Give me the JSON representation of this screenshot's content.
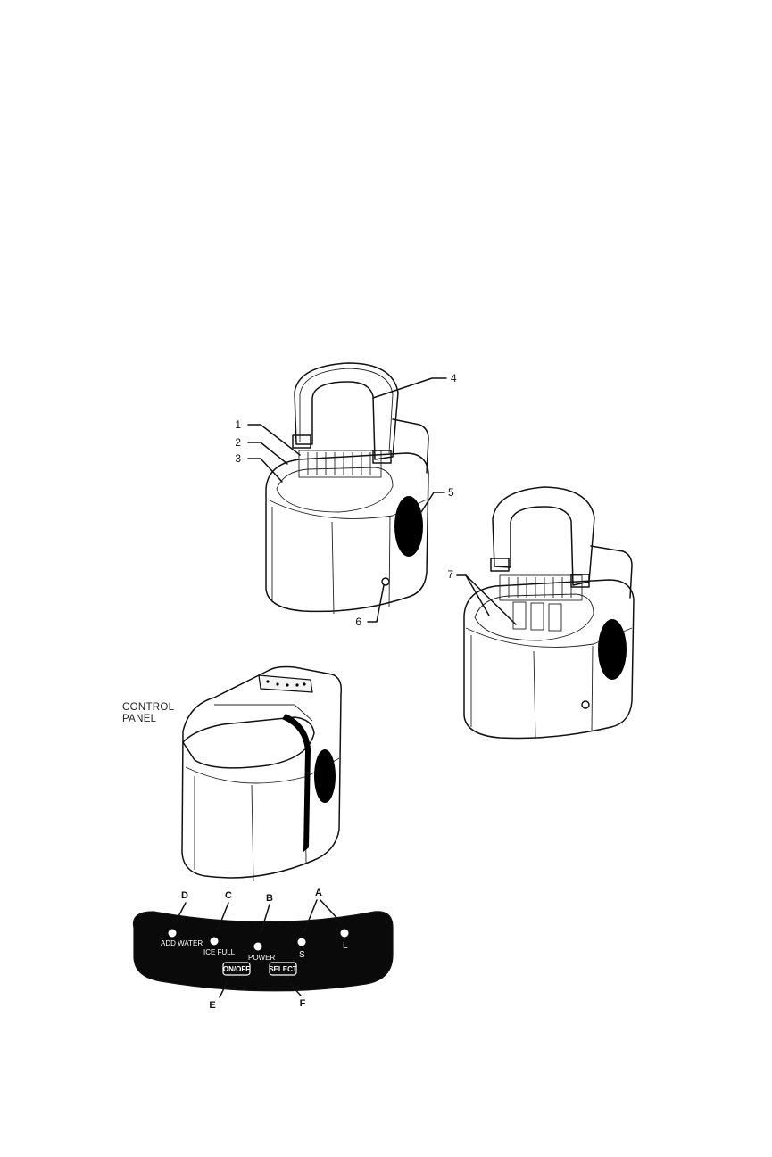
{
  "callouts": {
    "c1": "1",
    "c2": "2",
    "c3": "3",
    "c4": "4",
    "c5": "5",
    "c6": "6",
    "c7": "7"
  },
  "control_panel": {
    "label_line1": "CONTROL",
    "label_line2": "PANEL"
  },
  "panel": {
    "letters": {
      "a": "A",
      "b": "B",
      "c": "C",
      "d": "D",
      "e": "E",
      "f": "F"
    },
    "indicators": {
      "add_water": "ADD WATER",
      "ice_full": "ICE FULL",
      "power": "POWER",
      "small": "S",
      "large": "L"
    },
    "buttons": {
      "on_off": "ON/OFF",
      "select": "SELECT"
    }
  },
  "colors": {
    "panel_fill": "#0a0a0a",
    "indicator": "#ffffff"
  }
}
